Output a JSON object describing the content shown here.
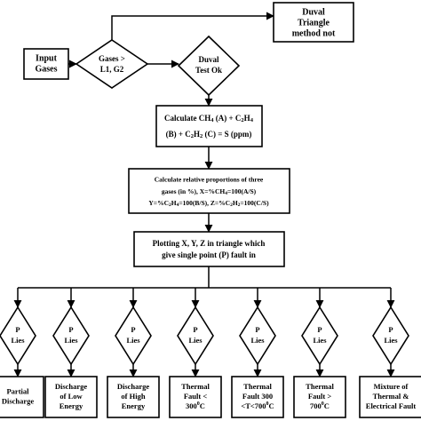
{
  "input": {
    "lines": [
      "Input",
      "Gases"
    ]
  },
  "gas_check": {
    "lines": [
      "Gases >",
      "L1, G2"
    ]
  },
  "duval_ok": {
    "lines": [
      "Duval",
      "Test Ok"
    ]
  },
  "duval_not": {
    "lines": [
      "Duval",
      "Triangle",
      "method not"
    ]
  },
  "calculate_sum": {
    "line1": {
      "a": "Calculate CH",
      "b": "4",
      "c": " (A) + C",
      "d": "2",
      "e": "H",
      "f": "4"
    },
    "line2": {
      "a": "(B) + C",
      "b": "2",
      "c": "H",
      "d": "2",
      "e": " (C)    = S (ppm)"
    }
  },
  "calculate_proportions": {
    "line1": "Calculate relative proportions of three",
    "line2": {
      "a": "gases (in %), X=%CH",
      "b": "4",
      "c": "=100(A/S)"
    },
    "line3": {
      "a": "Y=%C",
      "b": "2",
      "c": "H",
      "d": "4",
      "e": "=100(B/S), Z=%C",
      "f": "2",
      "g": "H",
      "h": "2",
      "i": "=100(C/S)"
    }
  },
  "plotting": {
    "lines": [
      "Plotting X, Y, Z in triangle which",
      "give single point (P) fault in"
    ]
  },
  "decision_label": {
    "lines": [
      "P",
      "Lies"
    ]
  },
  "faults": [
    {
      "lines": [
        "Partial",
        "Discharge"
      ]
    },
    {
      "lines": [
        "Discharge",
        "of Low",
        "Energy"
      ]
    },
    {
      "lines": [
        "Discharge",
        "of High",
        "Energy"
      ]
    },
    {
      "lines": [
        "Thermal",
        "Fault <"
      ],
      "temp": {
        "a": "300",
        "b": "0",
        "c": "C"
      }
    },
    {
      "lines": [
        "Thermal",
        "Fault 300"
      ],
      "temp": {
        "a": "<T<700",
        "b": "0",
        "c": "C"
      }
    },
    {
      "lines": [
        "Thermal",
        "Fault >"
      ],
      "temp": {
        "a": "700",
        "b": "0",
        "c": "C"
      }
    },
    {
      "lines": [
        "Mixture of",
        "Thermal &",
        "Electrical Fault"
      ]
    }
  ]
}
